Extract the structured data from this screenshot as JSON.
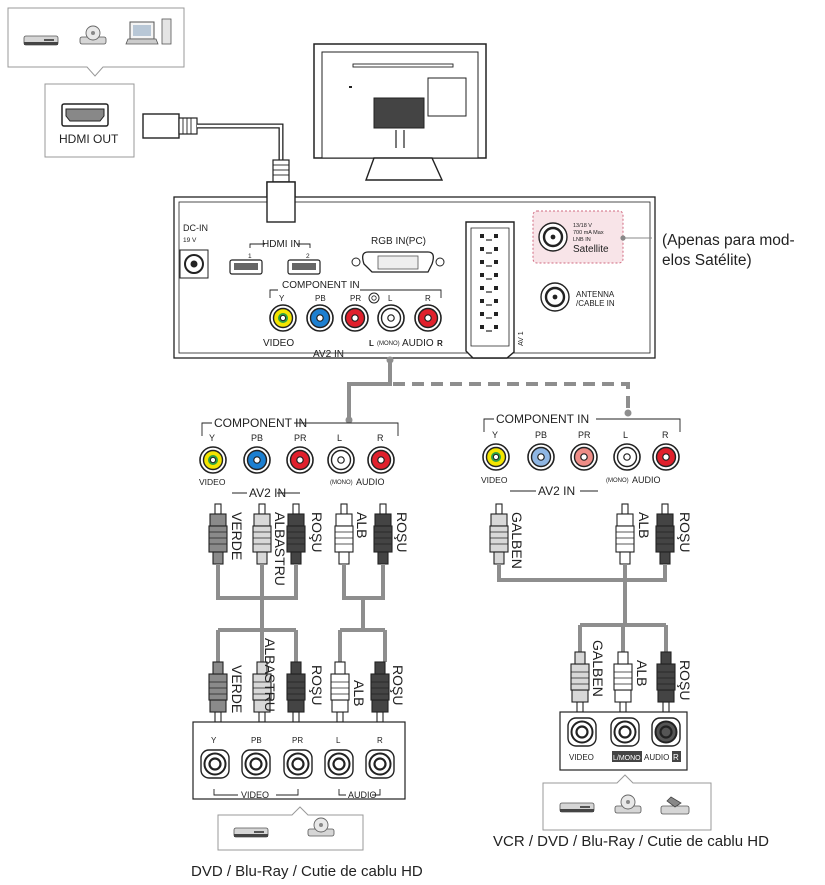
{
  "hdmi_out": "HDMI OUT",
  "panel": {
    "dc_in": "DC-IN",
    "dc_sub": "19 V",
    "hdmi_in": "HDMI IN",
    "hdmi_1": "1",
    "hdmi_2": "2",
    "rgb_in": "RGB IN(PC)",
    "component_in": "COMPONENT IN",
    "y": "Y",
    "pb": "PB",
    "pr": "PR",
    "l": "L",
    "r": "R",
    "video": "VIDEO",
    "av2_in": "AV2 IN",
    "mono": "(MONO)",
    "audio": "AUDIO",
    "av1": "AV 1",
    "sat_line1": "13/18 V",
    "sat_line2": "700 mA Max",
    "sat_line3": "LNB IN",
    "satellite": "Satellite",
    "antenna": "ANTENNA",
    "cable_in": "/CABLE IN"
  },
  "satellite_note": [
    "(Apenas para mod-",
    "elos Satélite)"
  ],
  "left_cables": {
    "verde": "VERDE",
    "albastru": "ALBASTRU",
    "rosu": "ROŞU",
    "alb": "ALB"
  },
  "right_cables": {
    "galben": "GALBEN",
    "alb": "ALB",
    "rosu": "ROŞU"
  },
  "right_device": {
    "video": "VIDEO",
    "l_mono": "L/MONO",
    "audio": "AUDIO",
    "r": "R"
  },
  "left_device": {
    "video": "VIDEO",
    "audio": "AUDIO"
  },
  "captions": {
    "left": "DVD / Blu-Ray / Cutie de cablu HD",
    "right": "VCR / DVD / Blu-Ray / Cutie de cablu HD"
  },
  "colors": {
    "yellow": "#f4e500",
    "green": "#2fa043",
    "blue": "#1c7fd0",
    "red": "#e0202c",
    "pale_blue": "#8fb6e3",
    "pale_red": "#ee8c86",
    "cable_gray": "#8e8e8e"
  }
}
